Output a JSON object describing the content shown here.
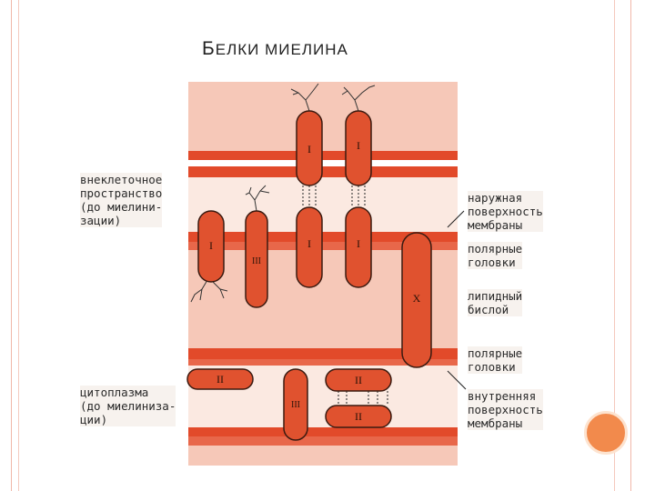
{
  "slide": {
    "title_first_letter": "Б",
    "title_rest": "ЕЛКИ МИЕЛИНА"
  },
  "labels": {
    "extracellular": "внеклеточное\nпространство\n(до миелини-\nзации)",
    "cytoplasm": "цитоплазма\n(до миелиниза-\nции)",
    "outer_surface": "наружная\nповерхность\nмембраны",
    "polar_heads_top": "полярные\nголовки",
    "lipid_bilayer": "липидный\nбислой",
    "polar_heads_bottom": "полярные\nголовки",
    "inner_surface": "внутренняя\nповерхность\nмембраны"
  },
  "proteins": {
    "I": "I",
    "II": "II",
    "III": "III",
    "X": "X"
  },
  "colors": {
    "band": "#e24a2a",
    "protein_fill": "#e0522f",
    "protein_stroke": "#3a1a10",
    "layer_bg": "#f6c8b8",
    "light_bg": "#fbe7de",
    "accent_circle": "#f28a4c"
  }
}
